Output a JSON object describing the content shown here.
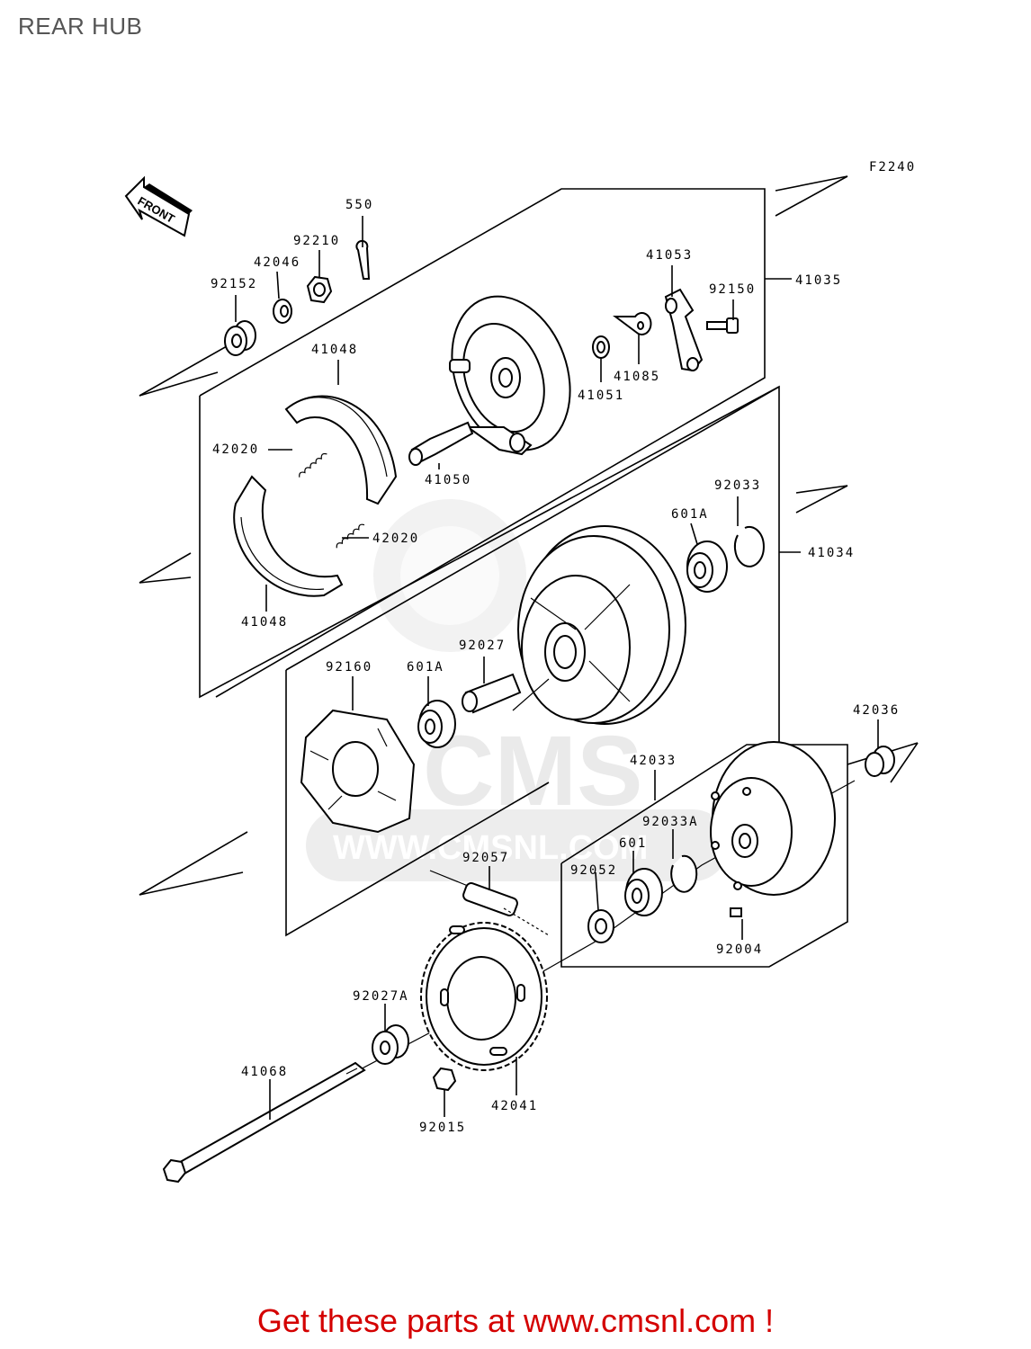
{
  "page": {
    "title": "REAR HUB",
    "banner": "Get these parts at www.cmsnl.com !",
    "banner_color": "#d40000"
  },
  "diagram": {
    "figure_code": "F2240",
    "front_indicator": "FRONT",
    "watermark": {
      "brand": "CMS",
      "url": "WWW.CMSNL.COM"
    },
    "labels": [
      {
        "id": "550",
        "text": "550"
      },
      {
        "id": "92210",
        "text": "92210"
      },
      {
        "id": "42046",
        "text": "42046"
      },
      {
        "id": "92152",
        "text": "92152"
      },
      {
        "id": "41053",
        "text": "41053"
      },
      {
        "id": "92150",
        "text": "92150"
      },
      {
        "id": "41035",
        "text": "41035"
      },
      {
        "id": "41048a",
        "text": "41048"
      },
      {
        "id": "41085",
        "text": "41085"
      },
      {
        "id": "41051",
        "text": "41051"
      },
      {
        "id": "42020a",
        "text": "42020"
      },
      {
        "id": "41050",
        "text": "41050"
      },
      {
        "id": "92033",
        "text": "92033"
      },
      {
        "id": "601A-a",
        "text": "601A"
      },
      {
        "id": "41034",
        "text": "41034"
      },
      {
        "id": "42020b",
        "text": "42020"
      },
      {
        "id": "41048b",
        "text": "41048"
      },
      {
        "id": "92027",
        "text": "92027"
      },
      {
        "id": "92160",
        "text": "92160"
      },
      {
        "id": "601A-b",
        "text": "601A"
      },
      {
        "id": "42036",
        "text": "42036"
      },
      {
        "id": "42033",
        "text": "42033"
      },
      {
        "id": "92033A",
        "text": "92033A"
      },
      {
        "id": "601",
        "text": "601"
      },
      {
        "id": "92057",
        "text": "92057"
      },
      {
        "id": "92052",
        "text": "92052"
      },
      {
        "id": "92004",
        "text": "92004"
      },
      {
        "id": "92027A",
        "text": "92027A"
      },
      {
        "id": "41068",
        "text": "41068"
      },
      {
        "id": "42041",
        "text": "42041"
      },
      {
        "id": "92015",
        "text": "92015"
      }
    ]
  }
}
